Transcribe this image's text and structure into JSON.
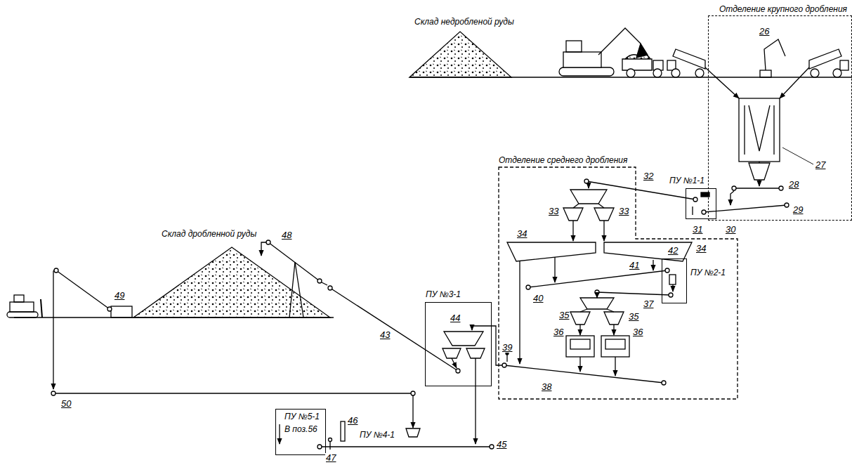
{
  "diagram": {
    "nodes": [
      {
        "text": [
          "Отделение крупного дробления"
        ]
      },
      {
        "text": [
          "ПУ №1-1"
        ]
      },
      {
        "text": [
          "Отделение среднего дробления"
        ]
      },
      {
        "text": [
          "ПУ №2-1"
        ],
        "in": 2
      },
      {
        "text": [
          "ПУ №3-1"
        ]
      },
      {
        "text": [
          "ПУ №5-1",
          "В поз.56"
        ]
      }
    ],
    "labels": [
      "Склад недробленой руды",
      "26",
      "27",
      "28",
      "32",
      "29",
      "31",
      "30",
      "33",
      "33",
      "34",
      "34",
      "41",
      "42",
      "40",
      "37",
      "35",
      "35",
      "36",
      "36",
      "Склад дробленной руды",
      "48",
      "49",
      "43",
      "44",
      "39",
      "38",
      "50",
      "46",
      "ПУ №4-1",
      "45",
      "47"
    ]
  }
}
